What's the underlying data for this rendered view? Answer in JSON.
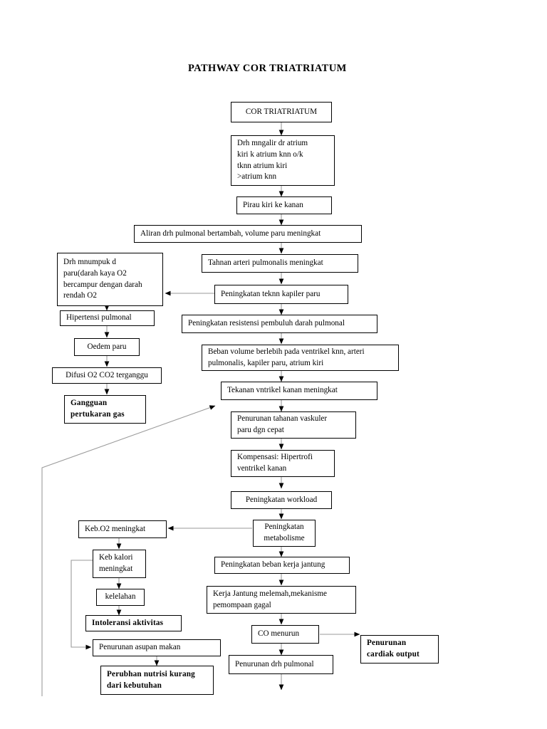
{
  "document": {
    "title": "PATHWAY COR TRIATRIATUM",
    "type": "clinical-pathway-flowchart",
    "background_color": "#ffffff",
    "line_color": "#000000"
  },
  "nodes": {
    "cor_triatriatum": {
      "lines": [
        "COR TRIATRIATUM"
      ]
    },
    "drh_mngalir": {
      "lines": [
        "Drh mngalir dr atrium",
        "kiri k atrium knn o/k",
        "tknn atrium kiri",
        ">atrium knn"
      ]
    },
    "pirau": {
      "lines": [
        "Pirau kiri ke kanan"
      ]
    },
    "aliran_drh": {
      "lines": [
        "Aliran drh pulmonal bertambah, volume paru meningkat"
      ]
    },
    "tahnan_arteri": {
      "lines": [
        "Tahnan arteri pulmonalis meningkat"
      ]
    },
    "peningkatan_teknn": {
      "lines": [
        "Peningkatan teknn kapiler paru"
      ]
    },
    "peningkatan_resistensi": {
      "lines": [
        "Peningkatan resistensi pembuluh darah pulmonal"
      ]
    },
    "beban_volume": {
      "lines": [
        "Beban volume berlebih pada ventrikel knn, arteri",
        "pulmonalis, kapiler paru, atrium kiri"
      ]
    },
    "tekanan_vntrikel": {
      "lines": [
        "Tekanan vntrikel kanan meningkat"
      ]
    },
    "penurunan_tahanan": {
      "lines": [
        "Penurunan tahanan vaskuler",
        "paru dgn cepat"
      ]
    },
    "kompensasi": {
      "lines": [
        "Kompensasi: Hipertrofi",
        "ventrikel kanan"
      ]
    },
    "peningkatan_workload": {
      "lines": [
        "Peningkatan workload"
      ]
    },
    "peningkatan_metabolisme": {
      "lines": [
        "Peningkatan",
        "metabolisme"
      ]
    },
    "peningkatan_beban_kerja": {
      "lines": [
        "Peningkatan beban kerja jantung"
      ]
    },
    "kerja_jantung_melemah": {
      "lines": [
        "Kerja Jantung melemah,mekanisme",
        "pemompaan gagal"
      ]
    },
    "co_menurun": {
      "lines": [
        "CO menurun"
      ]
    },
    "penurunan_drh_pulmonal": {
      "lines": [
        "Penurunan drh pulmonal"
      ]
    },
    "penurunan_cardiak_output": {
      "lines": [
        "Penurunan",
        "cardiak output"
      ],
      "bold": true
    },
    "drh_mnumpuk": {
      "lines": [
        "Drh mnumpuk d",
        "paru(darah kaya O2",
        "bercampur dengan darah",
        "rendah O2"
      ]
    },
    "hipertensi_pulmonal": {
      "lines": [
        "Hipertensi pulmonal"
      ]
    },
    "oedem_paru": {
      "lines": [
        "Oedem paru"
      ]
    },
    "difusi": {
      "lines": [
        "Difusi O2 CO2 terganggu"
      ]
    },
    "gangguan_pertukaran_gas": {
      "lines": [
        "Gangguan",
        "pertukaran gas"
      ],
      "bold": true
    },
    "keb_o2": {
      "lines": [
        "Keb.O2 meningkat"
      ]
    },
    "keb_kalori": {
      "lines": [
        "Keb kalori",
        "meningkat"
      ]
    },
    "kelelahan": {
      "lines": [
        "kelelahan"
      ]
    },
    "intoleransi_aktivitas": {
      "lines": [
        "Intoleransi aktivitas"
      ],
      "bold": true
    },
    "penurunan_asupan_makan": {
      "lines": [
        "Penurunan asupan makan"
      ]
    },
    "perubhan_nutrisi": {
      "lines": [
        "Perubhan nutrisi kurang",
        "dari kebutuhan"
      ],
      "bold": true
    }
  }
}
